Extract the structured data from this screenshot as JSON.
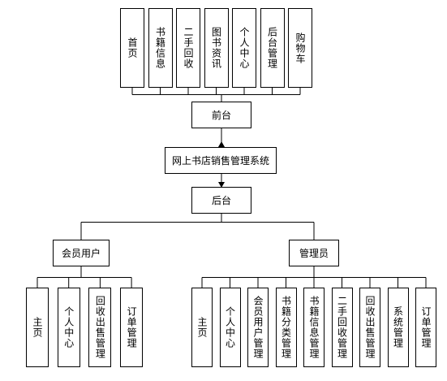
{
  "system": "网上书店销售管理系统",
  "front": {
    "label": "前台",
    "modules": [
      "首页",
      "书籍信息",
      "二手回收",
      "图书资讯",
      "个人中心",
      "后台管理",
      "购物车"
    ]
  },
  "back": {
    "label": "后台",
    "member": {
      "label": "会员用户",
      "modules": [
        "主页",
        "个人中心",
        "回收出售管理",
        "订单管理"
      ]
    },
    "admin": {
      "label": "管理员",
      "modules": [
        "主页",
        "个人中心",
        "会员用户管理",
        "书籍分类管理",
        "书籍信息管理",
        "二手回收管理",
        "回收出售管理",
        "系统管理",
        "订单管理"
      ]
    }
  }
}
